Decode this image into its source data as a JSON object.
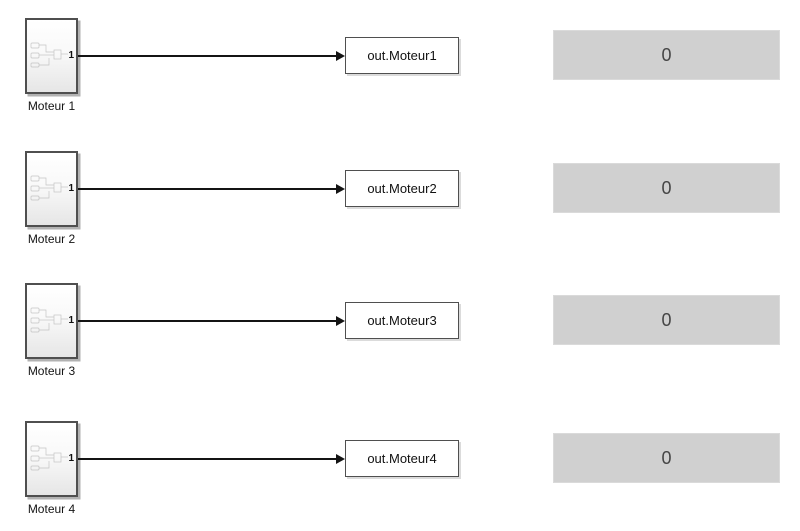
{
  "app": {
    "name": "Simulink model canvas"
  },
  "colors": {
    "canvas_bg": "#ffffff",
    "block_border": "#4f4f4f",
    "block_shadow": "#b2b2b2",
    "line": "#141414",
    "display_bg": "#d0d0d0",
    "display_text": "#454545",
    "label_text": "#141414"
  },
  "rows": [
    {
      "subsystem": {
        "label": "Moteur 1",
        "port_label": "1"
      },
      "outport": {
        "label": "out.Moteur1"
      },
      "display": {
        "value": "0"
      }
    },
    {
      "subsystem": {
        "label": "Moteur 2",
        "port_label": "1"
      },
      "outport": {
        "label": "out.Moteur2"
      },
      "display": {
        "value": "0"
      }
    },
    {
      "subsystem": {
        "label": "Moteur 3",
        "port_label": "1"
      },
      "outport": {
        "label": "out.Moteur3"
      },
      "display": {
        "value": "0"
      }
    },
    {
      "subsystem": {
        "label": "Moteur 4",
        "port_label": "1"
      },
      "outport": {
        "label": "out.Moteur4"
      },
      "display": {
        "value": "0"
      }
    }
  ]
}
